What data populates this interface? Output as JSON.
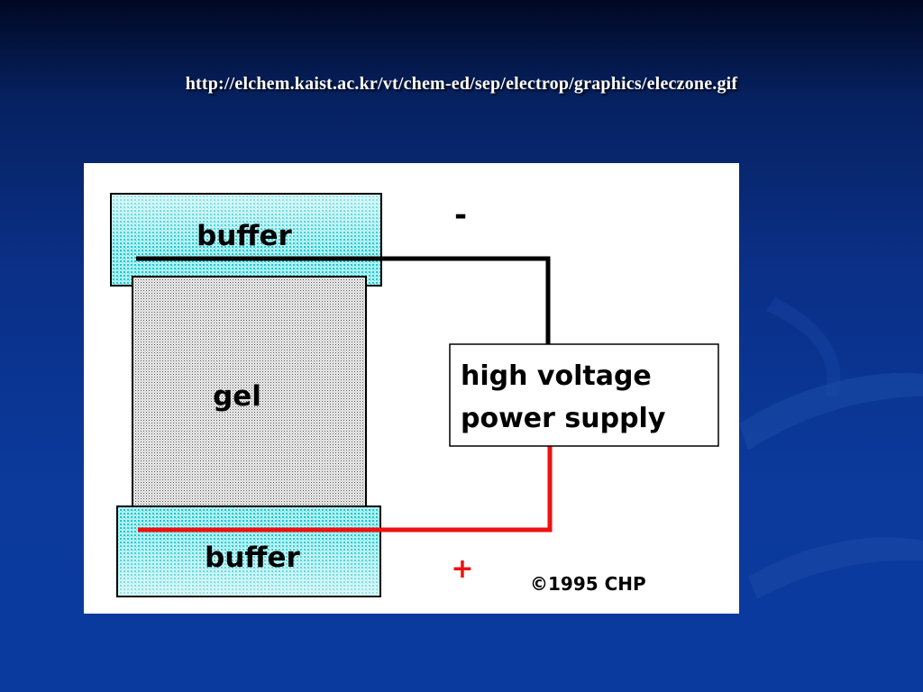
{
  "slide": {
    "title": "http://elchem.kaist.ac.kr/vt/chem-ed/sep/electrop/graphics/eleczone.gif"
  },
  "diagram": {
    "top_buffer_label": "buffer",
    "gel_label": "gel",
    "bottom_buffer_label": "buffer",
    "power_supply_line1": "high voltage",
    "power_supply_line2": "power supply",
    "negative_symbol": "-",
    "positive_symbol": "+",
    "copyright": "©1995 CHP"
  },
  "colors": {
    "background_top": "#010824",
    "background_bottom": "#0a3a9e",
    "panel": "#ffffff",
    "buffer_fill": "#3fd8dd",
    "gel_fill": "#d8d8d8",
    "negative_wire": "#000000",
    "positive_wire": "#ee1111"
  }
}
